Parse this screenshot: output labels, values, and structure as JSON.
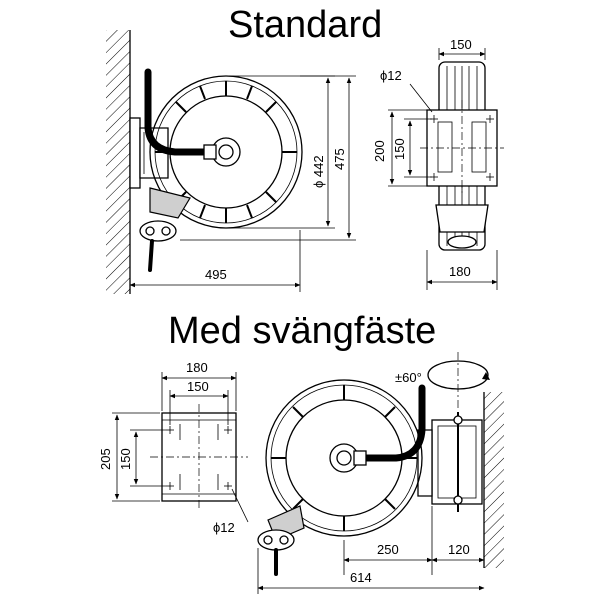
{
  "titles": {
    "standard": "Standard",
    "swivel": "Med svängfäste"
  },
  "standard": {
    "dims": {
      "width_label": "495",
      "drum_diameter_label": "ϕ 442",
      "height_label": "475",
      "side_width_label": "150",
      "hole_label": "ϕ12",
      "bracket_height_label": "200",
      "bracket_hole_spacing_label": "150",
      "base_width_label": "180"
    }
  },
  "swivel": {
    "dims": {
      "bracket_width_label": "180",
      "bracket_hole_width_label": "150",
      "bracket_height_label": "205",
      "bracket_hole_height_label": "150",
      "hole_label": "ϕ12",
      "rotation_label": "±60°",
      "reel_offset_label": "250",
      "mount_depth_label": "120",
      "total_width_label": "614"
    }
  }
}
